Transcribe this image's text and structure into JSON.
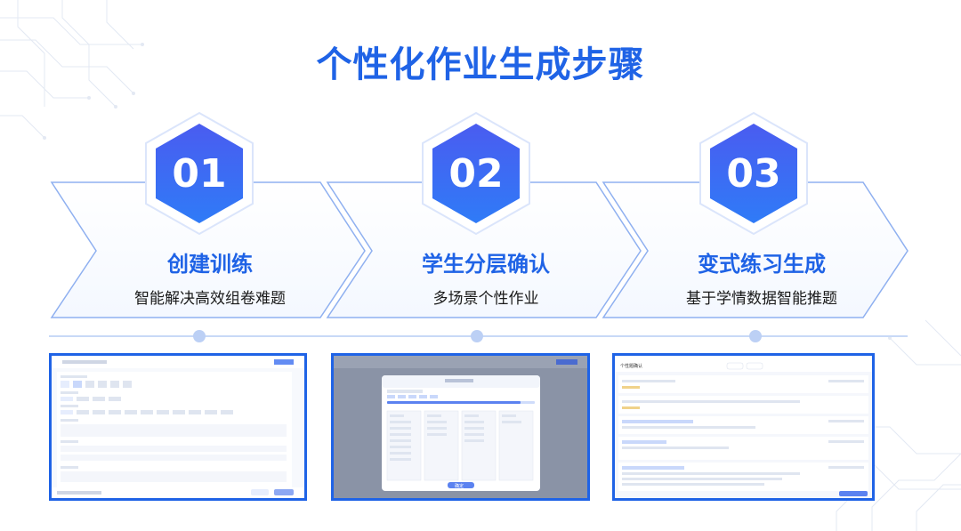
{
  "page": {
    "title": "个性化作业生成步骤"
  },
  "colors": {
    "accent": "#1f63e6",
    "hex_top": "#4a5cf0",
    "hex_bottom": "#2f7bf7",
    "outline": "#8fb0f0"
  },
  "steps": [
    {
      "number": "01",
      "title": "创建训练",
      "subtitle": "智能解决高效组卷难题"
    },
    {
      "number": "02",
      "title": "学生分层确认",
      "subtitle": "多场景个性作业"
    },
    {
      "number": "03",
      "title": "变式练习生成",
      "subtitle": "基于学情数据智能推题"
    }
  ],
  "screenshots": [
    {
      "name": "create-training-screenshot"
    },
    {
      "name": "student-tier-confirm-screenshot",
      "modal_button": "确定"
    },
    {
      "name": "variant-practice-screenshot",
      "heading": "个性题确认"
    }
  ]
}
